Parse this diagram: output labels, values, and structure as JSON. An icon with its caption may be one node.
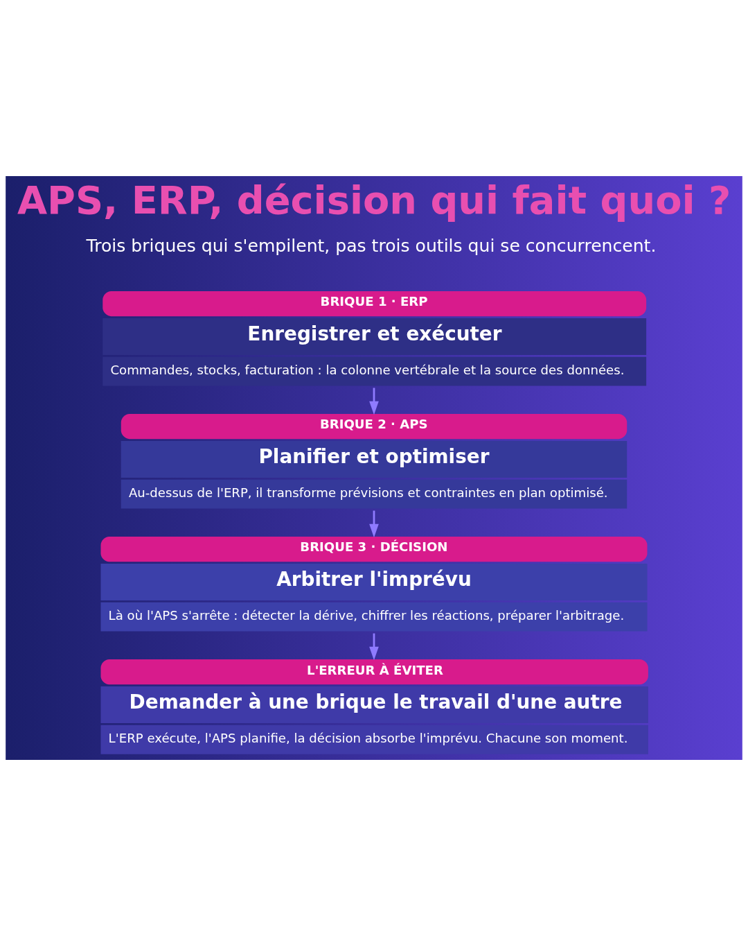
{
  "diagram": {
    "title": "APS, ERP, décision qui fait quoi ?",
    "nodes": [
      {
        "text": [
          "BRIQUE 1 · ERP",
          "Enregistrer et exécuter",
          "Commandes, stocks, facturation : la colonne vertébrale et la source des données."
        ]
      },
      {
        "text": [
          "BRIQUE 2 · APS",
          "Planifier et optimiser",
          "Au-dessus de l'ERP, il transforme prévisions et contraintes en plan optimisé."
        ]
      },
      {
        "text": [
          "BRIQUE 3 · DÉCISION",
          "Arbitrer l'imprévu",
          "Là où l'APS s'arrête : détecter la dérive, chiffrer les réactions, préparer l'arbitrage."
        ]
      },
      {
        "text": [
          "L'ERREUR À ÉVITER",
          "Demander à une brique le travail d'une autre",
          "L'ERP exécute, l'APS planifie, la décision absorbe l'imprévu. Chacune son moment."
        ]
      }
    ],
    "edges": [
      {
        "from": 0,
        "to": 1,
        "arrow": "to"
      },
      {
        "from": 1,
        "to": 2,
        "arrow": "to"
      },
      {
        "from": 2,
        "to": 3,
        "arrow": "to"
      }
    ],
    "labels": [
      "Trois briques qui s'empilent, pas trois outils qui se concurrencent."
    ]
  }
}
